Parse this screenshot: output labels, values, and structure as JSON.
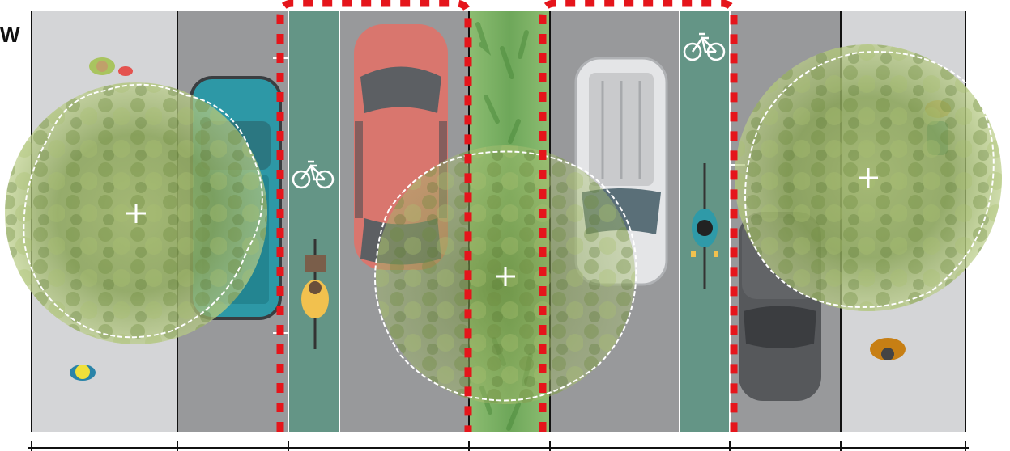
{
  "corner_label": "W",
  "colors": {
    "sidewalk": "#d4d5d7",
    "road": "#98999b",
    "bike_lane": "#649586",
    "median_green": "#7fb36a",
    "boundary_red": "#e5151b",
    "canopy_outline": "#ffffff",
    "car_teal": "#2d98a6",
    "car_red": "#d9766e",
    "car_white": "#e4e5e7",
    "car_dark": "#56585b"
  },
  "zones": [
    {
      "name": "sidewalk-left",
      "kind": "sidewalk"
    },
    {
      "name": "parking-left",
      "kind": "road"
    },
    {
      "name": "bike-lane-left",
      "kind": "bike_lane",
      "symbol": "bicycle-icon"
    },
    {
      "name": "travel-lane-left",
      "kind": "road"
    },
    {
      "name": "median-planting",
      "kind": "median"
    },
    {
      "name": "travel-lane-right",
      "kind": "road"
    },
    {
      "name": "bike-lane-right",
      "kind": "bike_lane",
      "symbol": "bicycle-icon"
    },
    {
      "name": "parking-right",
      "kind": "road"
    },
    {
      "name": "sidewalk-right",
      "kind": "sidewalk"
    }
  ],
  "vehicles": [
    {
      "name": "teal-pickup-car",
      "color": "car_teal"
    },
    {
      "name": "red-sedan-car",
      "color": "car_red"
    },
    {
      "name": "white-van-car",
      "color": "car_white"
    },
    {
      "name": "dark-sedan-car",
      "color": "car_dark"
    }
  ],
  "people": [
    {
      "name": "pedestrian-top-left"
    },
    {
      "name": "pedestrian-bottom-left"
    },
    {
      "name": "cyclist-left-lane"
    },
    {
      "name": "cyclist-right-lane"
    },
    {
      "name": "pedestrian-top-right"
    },
    {
      "name": "pedestrian-bottom-right"
    }
  ],
  "trees": [
    {
      "name": "tree-left"
    },
    {
      "name": "tree-center"
    },
    {
      "name": "tree-right"
    }
  ],
  "highlighted_boundaries": [
    "bike-lane-left-to-median",
    "travel-lane-right-to-bike-lane-right"
  ]
}
